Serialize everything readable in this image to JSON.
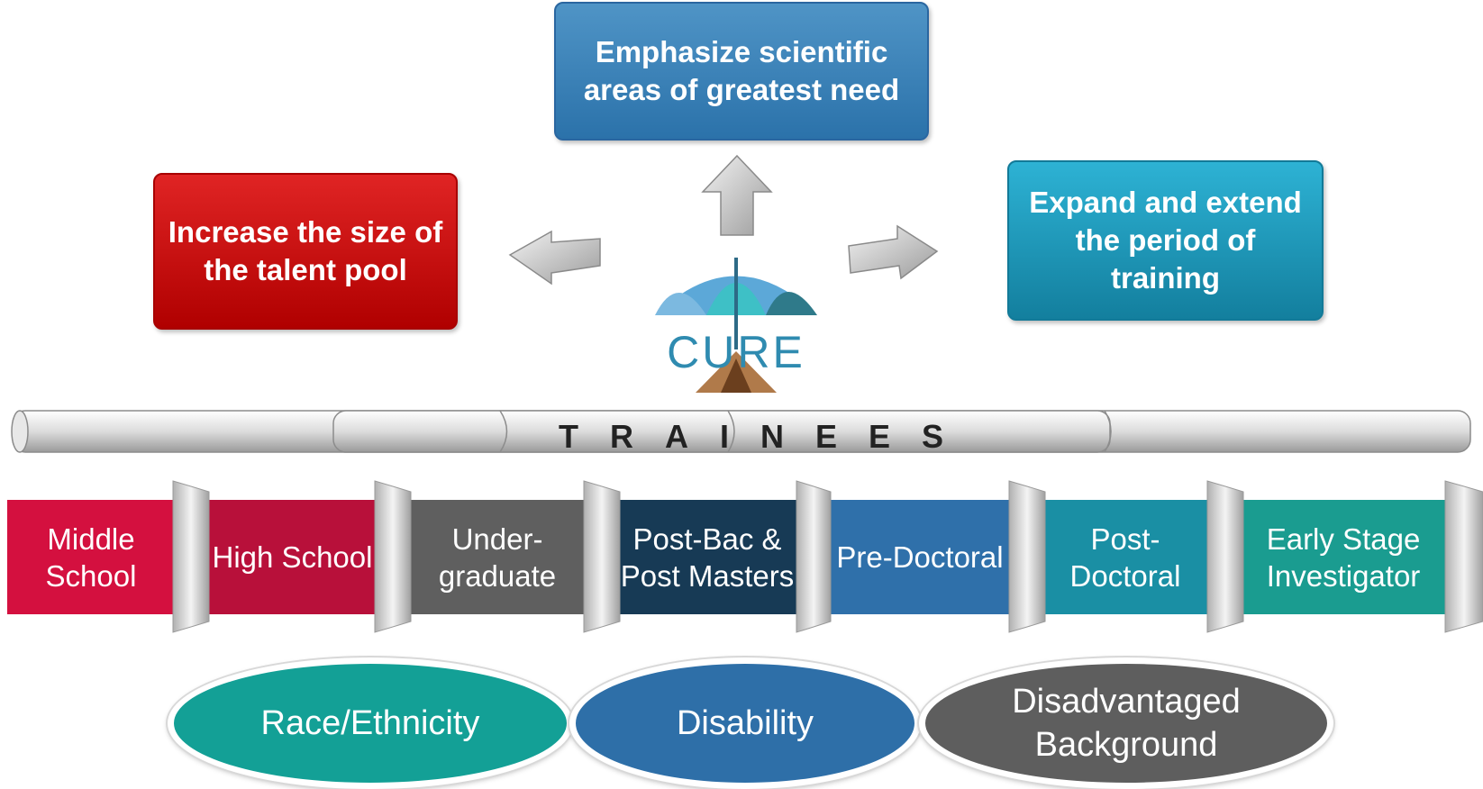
{
  "goals": {
    "top": "Emphasize scientific areas of greatest need",
    "left": "Increase the size of the talent pool",
    "right": "Expand and extend the period of training"
  },
  "logo": {
    "text": "CURE"
  },
  "pipe": {
    "label": "TRAINEES"
  },
  "stages": [
    {
      "label": "Middle School",
      "color": "#d4103f"
    },
    {
      "label": "High School",
      "color": "#b8103a"
    },
    {
      "label": "Under-graduate",
      "color": "#5f5f5f"
    },
    {
      "label": "Post-Bac & Post Masters",
      "color": "#173a55"
    },
    {
      "label": "Pre-Doctoral",
      "color": "#2f70aa"
    },
    {
      "label": "Post-Doctoral",
      "color": "#1a8fa4"
    },
    {
      "label": "Early Stage Investigator",
      "color": "#1a9c90"
    }
  ],
  "categories": [
    {
      "label": "Race/Ethnicity",
      "color": "#13a096"
    },
    {
      "label": "Disability",
      "color": "#2e6fa8"
    },
    {
      "label": "Disadvantaged Background",
      "color": "#5e5e5e"
    }
  ],
  "colors": {
    "goal_top": "#3b82bb",
    "goal_left": "#c81010",
    "goal_right": "#1f9ec2",
    "arrow": "#c8c8c8"
  }
}
